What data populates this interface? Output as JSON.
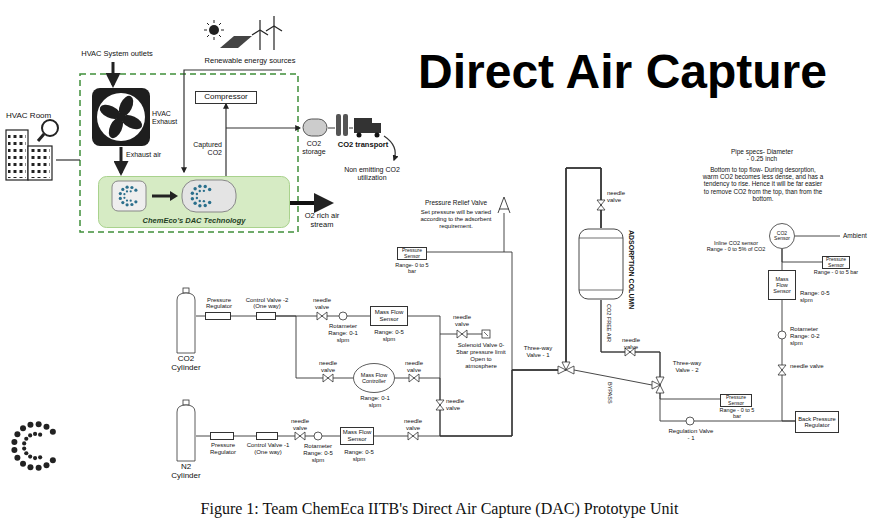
{
  "diagram": {
    "title": "Direct Air Capture",
    "caption": "Figure 1: Team ChemEca IITB's Direct Air Capture (DAC) Prototype Unit",
    "nodes": [
      {
        "text": [
          "Compressor"
        ]
      },
      {
        "text": [
          "ChemEco's DAC Technology"
        ]
      },
      {
        "text": [
          "CO2 Cylinder"
        ]
      },
      {
        "text": [
          "Pressure Regulator"
        ]
      },
      {
        "text": [
          "Control Valve -2 (One way)"
        ]
      },
      {
        "text": [
          "Mass Flow Sensor"
        ]
      },
      {
        "text": [
          "Mass Flow Controller"
        ]
      },
      {
        "text": [
          "N2 Cylinder"
        ]
      },
      {
        "text": [
          "Pressure Regulator"
        ]
      },
      {
        "text": [
          "Control Valve -1 (One way)"
        ]
      },
      {
        "text": [
          "Mass Flow Sensor"
        ]
      },
      {
        "text": [
          "Pressure Sensor"
        ]
      },
      {
        "text": [
          "ADSORPTION COLUMN"
        ]
      },
      {
        "text": [
          "Pressure Sensor"
        ]
      },
      {
        "text": [
          "Back Pressure Regulator"
        ]
      },
      {
        "text": [
          "Mass Flow Sensor"
        ]
      },
      {
        "text": [
          "Pressure Sensor"
        ]
      },
      {
        "text": [
          "CO2 Sensor"
        ]
      }
    ],
    "edges": [
      {
        "from": 1,
        "to": 0,
        "arrow": "to"
      },
      {
        "from": 2,
        "to": 3,
        "arrow": "none"
      },
      {
        "from": 3,
        "to": 4,
        "arrow": "none"
      },
      {
        "from": 4,
        "to": 5,
        "arrow": "none"
      },
      {
        "from": 4,
        "to": 6,
        "arrow": "none"
      },
      {
        "from": 5,
        "to": 12,
        "arrow": "none"
      },
      {
        "from": 6,
        "to": 12,
        "arrow": "none"
      },
      {
        "from": 7,
        "to": 8,
        "arrow": "none"
      },
      {
        "from": 8,
        "to": 9,
        "arrow": "none"
      },
      {
        "from": 9,
        "to": 10,
        "arrow": "none"
      },
      {
        "from": 10,
        "to": 12,
        "arrow": "none"
      },
      {
        "from": 11,
        "to": 12,
        "arrow": "none"
      },
      {
        "from": 12,
        "to": 13,
        "arrow": "none"
      },
      {
        "from": 12,
        "to": 14,
        "arrow": "none"
      },
      {
        "from": 14,
        "to": 15,
        "arrow": "none"
      },
      {
        "from": 15,
        "to": 17,
        "arrow": "none"
      },
      {
        "from": 17,
        "to": 16,
        "arrow": "none"
      }
    ],
    "labels": [
      "HVAC System outlets",
      "HVAC Room",
      "Renewable energy sources",
      "HVAC Exhaust",
      "Exhaust air",
      "Captured CO2",
      "CO2 storage",
      "CO2 transport",
      "Non emitting CO2 utilization",
      "O2 rich air stream",
      "Pressure Relief Valve",
      "Set pressure will be varied according to the adsorbent requirement.",
      "Range- 0 to 5 bar",
      "needle valve",
      "Rotameter",
      "Range: 0-1 slpm",
      "Range: 0-5 slpm",
      "needle valve",
      "Range: 0-1 slpm",
      "needle valve",
      "needle valve",
      "needle valve",
      "Solenoid Valve 0-5bar pressure limit Open to atmosphere",
      "needle valve",
      "Rotameter",
      "Range: 0-5 slpm",
      "Range: 0-5 slpm",
      "needle valve",
      "Three-way Valve - 1",
      "needle valve",
      "CO2 FREE AIR",
      "BYPASS",
      "needle valve",
      "Three-way Valve - 2",
      "Range - 0 to 5 bar",
      "Regulation Valve - 1",
      "Pipe specs- Diameter - 0.25 inch",
      "Bottom to top flow- During desorption, warm CO2 becomes less dense, and has a tendency to rise. Hence it will be far easier to remove CO2 from the top, than from the bottom.",
      "Inline CO2 sensor Range - 0 to 5% of CO2",
      "Ambient",
      "Range - 0 to 5 bar",
      "Range: 0-5 slpm",
      "Rotameter",
      "Range: 0-2 slpm",
      "needle valve"
    ]
  }
}
